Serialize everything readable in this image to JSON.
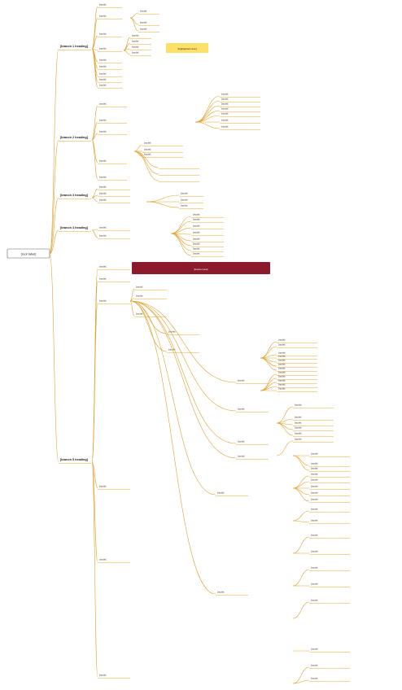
{
  "diagram": {
    "root": {
      "label": "[root label]"
    },
    "branches": [
      {
        "label": "[branch 1 heading]",
        "nodes": [
          "[node]",
          "[node]",
          "[node]",
          "[node]",
          "[node]",
          "[node]",
          "[node]",
          "[node]",
          "[node]",
          "[node]",
          "[node]",
          "[node]",
          "[node]",
          "[node]",
          "[node]",
          "[node]"
        ],
        "callout": "[highlighted note]"
      },
      {
        "label": "[branch 2 heading]",
        "nodes": [
          "[node]",
          "[node]",
          "[node]",
          "[node]",
          "[node]",
          "[node]",
          "[node]",
          "[node]",
          "[node]",
          "[node]",
          "[node]",
          "[node]",
          "[node]",
          "[node]",
          "[node]"
        ]
      },
      {
        "label": "[branch 3 heading]",
        "nodes": [
          "[node]",
          "[node]",
          "[node]",
          "[node]",
          "[node]",
          "[node]"
        ]
      },
      {
        "label": "[branch 4 heading]",
        "nodes": [
          "[node]",
          "[node]",
          "[node]",
          "[node]",
          "[node]",
          "[node]",
          "[node]",
          "[node]",
          "[node]",
          "[node]"
        ]
      },
      {
        "label": "[branch 5 heading]",
        "banner": "[banner text]",
        "nodes": [
          "[node]",
          "[node]",
          "[node]",
          "[node]",
          "[node]",
          "[node]",
          "[node]",
          "[node]",
          "[node]",
          "[node]",
          "[node]",
          "[node]",
          "[node]",
          "[node]",
          "[node]",
          "[node]",
          "[node]",
          "[node]",
          "[node]",
          "[node]",
          "[node]",
          "[node]",
          "[node]",
          "[node]",
          "[node]",
          "[node]",
          "[node]",
          "[node]",
          "[node]",
          "[node]",
          "[node]",
          "[node]",
          "[node]",
          "[node]",
          "[node]",
          "[node]",
          "[node]",
          "[node]",
          "[node]",
          "[node]",
          "[node]",
          "[node]",
          "[node]",
          "[node]",
          "[node]",
          "[node]",
          "[node]",
          "[node]",
          "[node]",
          "[node]",
          "[node]",
          "[node]",
          "[node]",
          "[node]"
        ]
      }
    ]
  },
  "colors": {
    "line": "#e0a12c",
    "text": "#3a2a1a",
    "heading": "#1a1a1a",
    "banner_fill": "#8b1a2b",
    "banner_text": "#ffffff",
    "callout_fill": "#ffe066",
    "root_fill": "#ffffff",
    "root_border": "#666666"
  }
}
